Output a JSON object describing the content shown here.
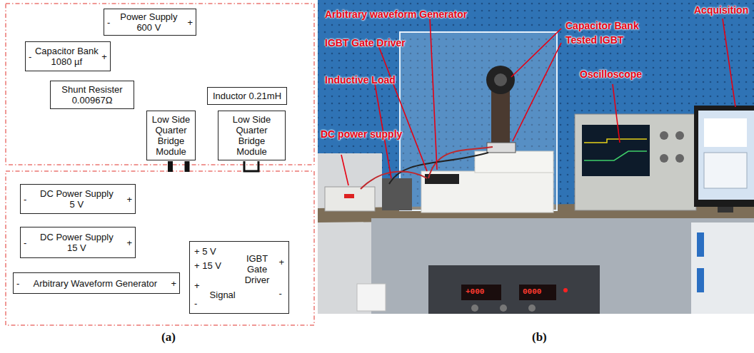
{
  "diagram": {
    "nodes": [
      {
        "text": [
          "-",
          "Power Supply 600 V",
          "+"
        ]
      },
      {
        "text": [
          "-",
          "Capacitor Bank 1080 µf",
          "+"
        ]
      },
      {
        "text": [
          "Inductor 0.21mH"
        ]
      },
      {
        "text": [
          "Shunt Resister 0.00967Ω"
        ]
      },
      {
        "text": [
          "Low Side Quarter Bridge Module"
        ]
      },
      {
        "text": [
          "Low Side Quarter Bridge Module"
        ]
      },
      {
        "text": [
          "-",
          "DC Power Supply 5 V",
          "+"
        ]
      },
      {
        "text": [
          "-",
          "DC Power Supply 15 V",
          "+"
        ]
      },
      {
        "text": [
          "-",
          "Arbitrary Waveform Generator",
          "+"
        ]
      },
      {
        "text": [
          "+ 5 V",
          "+ 15 V",
          "+",
          "-",
          "IGBT Gate Driver",
          "Signal",
          "+",
          "-"
        ]
      }
    ],
    "edges": [
      {
        "from": 0,
        "to": 1,
        "arrow": "none"
      },
      {
        "from": 0,
        "to": 1,
        "arrow": "none"
      },
      {
        "from": 1,
        "to": 3,
        "arrow": "none"
      },
      {
        "from": 3,
        "to": 4,
        "arrow": "none"
      },
      {
        "from": 4,
        "to": 2,
        "arrow": "none"
      },
      {
        "from": 2,
        "to": 5,
        "arrow": "none"
      },
      {
        "from": 5,
        "to": 1,
        "arrow": "none"
      },
      {
        "from": 4,
        "to": 9,
        "arrow": "none"
      },
      {
        "from": 4,
        "to": 9,
        "arrow": "none"
      },
      {
        "from": 6,
        "to": 9,
        "arrow": "none"
      },
      {
        "from": 7,
        "to": 9,
        "arrow": "none"
      },
      {
        "from": 8,
        "to": 9,
        "arrow": "none"
      },
      {
        "from": 6,
        "to": 9,
        "arrow": "none"
      },
      {
        "from": 7,
        "to": 9,
        "arrow": "none"
      },
      {
        "from": 8,
        "to": 9,
        "arrow": "none"
      }
    ],
    "labels": [
      "(a)",
      "(b)",
      "Arbitrary waveform Generator",
      "IGBT Gate Driver",
      "Inductive Load",
      "DC power supply",
      "Capacitor Bank",
      "Tested IGBT",
      "Acquisition",
      "Oscilloscope",
      "+000",
      "0000"
    ]
  }
}
